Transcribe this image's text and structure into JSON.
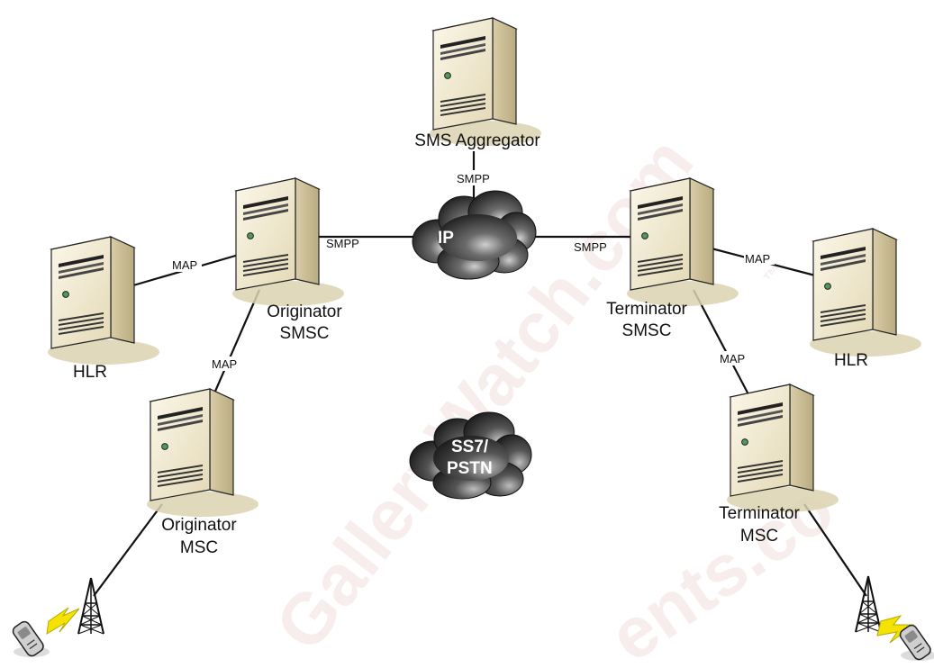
{
  "watermark": {
    "line1": "GalleryWatch.com",
    "tm": "™",
    "line2": "ents.co"
  },
  "nodes": {
    "sms_aggregator": {
      "label": "SMS Aggregator"
    },
    "originator_smsc": {
      "label_line1": "Originator",
      "label_line2": "SMSC"
    },
    "terminator_smsc": {
      "label_line1": "Terminator",
      "label_line2": "SMSC"
    },
    "hlr_left": {
      "label": "HLR"
    },
    "hlr_right": {
      "label": "HLR"
    },
    "originator_msc": {
      "label_line1": "Originator",
      "label_line2": "MSC"
    },
    "terminator_msc": {
      "label_line1": "Terminator",
      "label_line2": "MSC"
    }
  },
  "clouds": {
    "ip": {
      "label": "IP"
    },
    "ss7": {
      "label_line1": "SS7/",
      "label_line2": "PSTN"
    }
  },
  "links": {
    "aggregator_ip": "SMPP",
    "orig_smsc_ip": "SMPP",
    "ip_term_smsc": "SMPP",
    "hlr_left_orig_smsc": "MAP",
    "orig_smsc_orig_msc": "MAP",
    "term_smsc_hlr_right": "MAP",
    "term_smsc_term_msc": "MAP"
  },
  "colors": {
    "server_front": "#f1ead2",
    "server_side": "#cfc39c",
    "server_top": "#e6dcbd",
    "shadow": "#d8cfae",
    "cloud_dark": "#2e2e2e",
    "cloud_light": "#9a9a9a",
    "line": "#111111",
    "lightning": "#f4e200",
    "watermark": "#f3dede"
  }
}
